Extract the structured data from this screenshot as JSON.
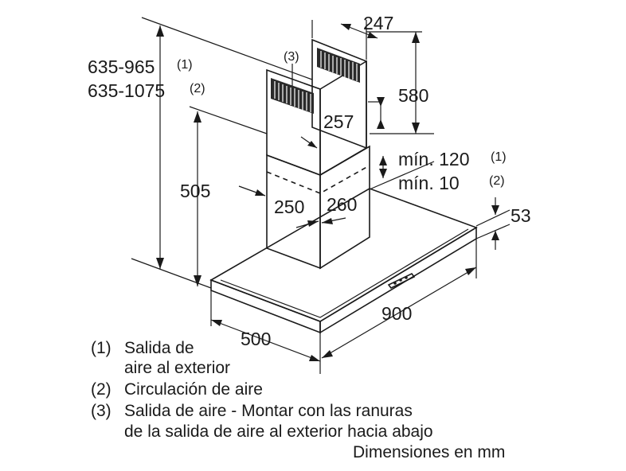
{
  "dimensions": {
    "total_height_1": "635-965",
    "total_height_1_note": "(1)",
    "total_height_2": "635-1075",
    "total_height_2_note": "(2)",
    "chimney_top_width": "247",
    "upper_chimney_height": "580",
    "upper_chimney_depth": "257",
    "lower_chimney_height": "505",
    "lower_chimney_width": "250",
    "lower_chimney_depth": "260",
    "gap_min_1": "mín. 120",
    "gap_min_1_note": "(1)",
    "gap_min_2": "mín. 10",
    "gap_min_2_note": "(2)",
    "hood_thickness": "53",
    "hood_width": "900",
    "hood_depth": "500",
    "vent_slot_callout": "(3)"
  },
  "legend": {
    "item1_num": "(1)",
    "item1_line1": "Salida de",
    "item1_line2": "aire al exterior",
    "item2_num": "(2)",
    "item2_line1": "Circulación de aire",
    "item3_num": "(3)",
    "item3_line1": "Salida de aire - Montar con las ranuras",
    "item3_line2": "de la salida de aire al exterior hacia abajo"
  },
  "units_note": "Dimensiones en mm"
}
